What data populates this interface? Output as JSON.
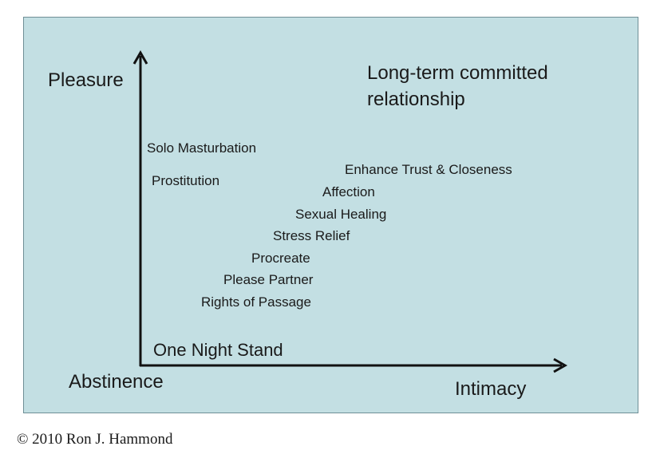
{
  "axes": {
    "y_label": "Pleasure",
    "x_label": "Intimacy",
    "origin_label": "Abstinence"
  },
  "labels": {
    "long_term": "Long-term committed relationship",
    "solo_masturbation": "Solo Masturbation",
    "prostitution": "Prostitution",
    "enhance_trust": "Enhance Trust & Closeness",
    "affection": "Affection",
    "sexual_healing": "Sexual Healing",
    "stress_relief": "Stress Relief",
    "procreate": "Procreate",
    "please_partner": "Please Partner",
    "rights_of_passage": "Rights of Passage",
    "one_night_stand": "One Night Stand"
  },
  "long_term_lines": [
    "Long-term committed",
    "relationship"
  ],
  "copyright": "© 2010 Ron J. Hammond",
  "colors": {
    "panel_bg": "#c3dfe3",
    "panel_border": "#6f8f96",
    "axis": "#111111",
    "text": "#1a1a1a"
  }
}
